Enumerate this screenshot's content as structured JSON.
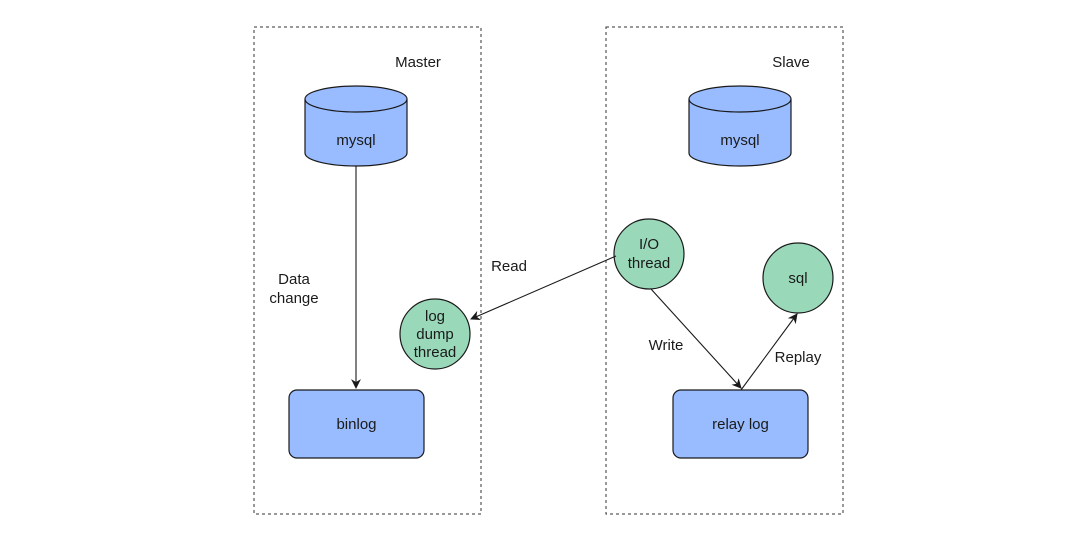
{
  "master": {
    "title": "Master",
    "mysql_label": "mysql",
    "binlog_label": "binlog",
    "log_dump_thread_lines": [
      "log",
      "dump",
      "thread"
    ]
  },
  "slave": {
    "title": "Slave",
    "mysql_label": "mysql",
    "io_thread_lines": [
      "I/O",
      "thread"
    ],
    "sql_label": "sql",
    "relay_log_label": "relay log"
  },
  "edges": {
    "data_change_lines": [
      "Data",
      "change"
    ],
    "read_label": "Read",
    "write_label": "Write",
    "replay_label": "Replay"
  },
  "colors": {
    "storage_fill": "#99bbff",
    "thread_fill": "#99d9b9",
    "stroke": "#1a1a1a"
  }
}
